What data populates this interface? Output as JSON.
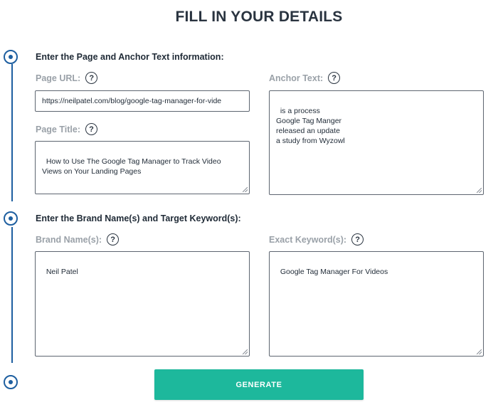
{
  "title": "FILL IN YOUR DETAILS",
  "help_glyph": "?",
  "section1": {
    "heading": "Enter the Page and Anchor Text information:",
    "page_url": {
      "label": "Page URL:",
      "value": "https://neilpatel.com/blog/google-tag-manager-for-vide"
    },
    "page_title": {
      "label": "Page Title:",
      "value": "How to Use The Google Tag Manager to Track Video Views on Your Landing Pages"
    },
    "anchor_text": {
      "label": "Anchor Text:",
      "value": "is a process\nGoogle Tag Manger\nreleased an update\na study from Wyzowl"
    }
  },
  "section2": {
    "heading": "Enter the Brand Name(s) and Target Keyword(s):",
    "brand_names": {
      "label": "Brand Name(s):",
      "value": "Neil Patel"
    },
    "exact_keywords": {
      "label": "Exact Keyword(s):",
      "value": "Google Tag Manager For Videos"
    }
  },
  "generate_label": "GENERATE",
  "colors": {
    "accent_blue": "#1e5fa0",
    "generate_green": "#1db89c",
    "label_gray": "#9aa1a8"
  },
  "icons": {
    "step": "radio-step-icon",
    "help": "question-circle-icon",
    "resize": "resize-grip-icon"
  }
}
